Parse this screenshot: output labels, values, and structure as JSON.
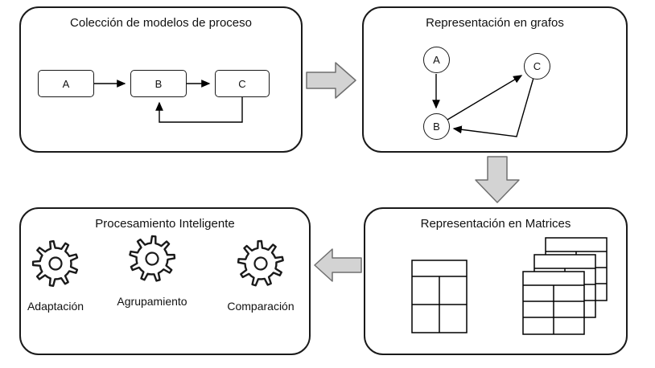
{
  "colors": {
    "panel_border": "#1a1a1a",
    "arrow_fill": "#d3d3d3",
    "arrow_stroke": "#6f6f6f",
    "line": "#000000",
    "background": "#ffffff"
  },
  "panels": {
    "models": {
      "title": "Colección de modelos de proceso",
      "nodes": [
        "A",
        "B",
        "C"
      ],
      "edges": [
        "A→B",
        "B→C",
        "C→B (loop)"
      ]
    },
    "graph": {
      "title": "Representación en grafos",
      "nodes": [
        "A",
        "B",
        "C"
      ],
      "edges": [
        "A→B",
        "B→C",
        "C→B"
      ]
    },
    "matrices": {
      "title": "Representación en Matrices",
      "graphics": [
        "single-matrix-table",
        "stacked-matrix-tables"
      ]
    },
    "processing": {
      "title": "Procesamiento Inteligente",
      "items": [
        {
          "label": "Adaptación",
          "icon": "gear-icon"
        },
        {
          "label": "Agrupamiento",
          "icon": "gear-icon"
        },
        {
          "label": "Comparación",
          "icon": "gear-icon"
        }
      ]
    }
  },
  "flow": [
    {
      "from": "models",
      "to": "graph",
      "direction": "right"
    },
    {
      "from": "graph",
      "to": "matrices",
      "direction": "down"
    },
    {
      "from": "matrices",
      "to": "processing",
      "direction": "left"
    }
  ]
}
